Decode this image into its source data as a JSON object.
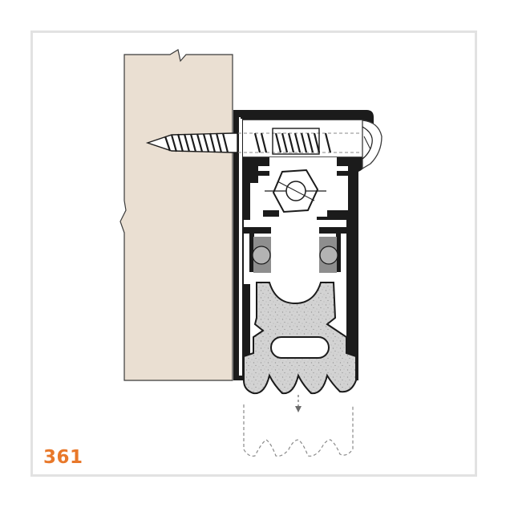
{
  "product_number": "361",
  "colors": {
    "accent": "#e8782a",
    "frame_border": "#e2e2e2",
    "wood": "#eadfd2",
    "profile": "#1b1b1b",
    "seal_fill": "#d3d3d3",
    "bulb": "#a7a7a7",
    "outline": "#3a3a3a",
    "dashed_guide": "#8a8a8a"
  },
  "parts": [
    {
      "name": "door-leaf",
      "icon": "wood-section"
    },
    {
      "name": "aluminium-housing",
      "icon": "extrusion-profile"
    },
    {
      "name": "fixing-screw",
      "icon": "screw-icon"
    },
    {
      "name": "adjustment-nut",
      "icon": "hex-nut-icon"
    },
    {
      "name": "rubber-guides",
      "icon": "bulb-gasket-icon"
    },
    {
      "name": "sponge-seal",
      "icon": "seal-icon"
    },
    {
      "name": "seal-travel",
      "icon": "down-arrow-icon"
    }
  ]
}
